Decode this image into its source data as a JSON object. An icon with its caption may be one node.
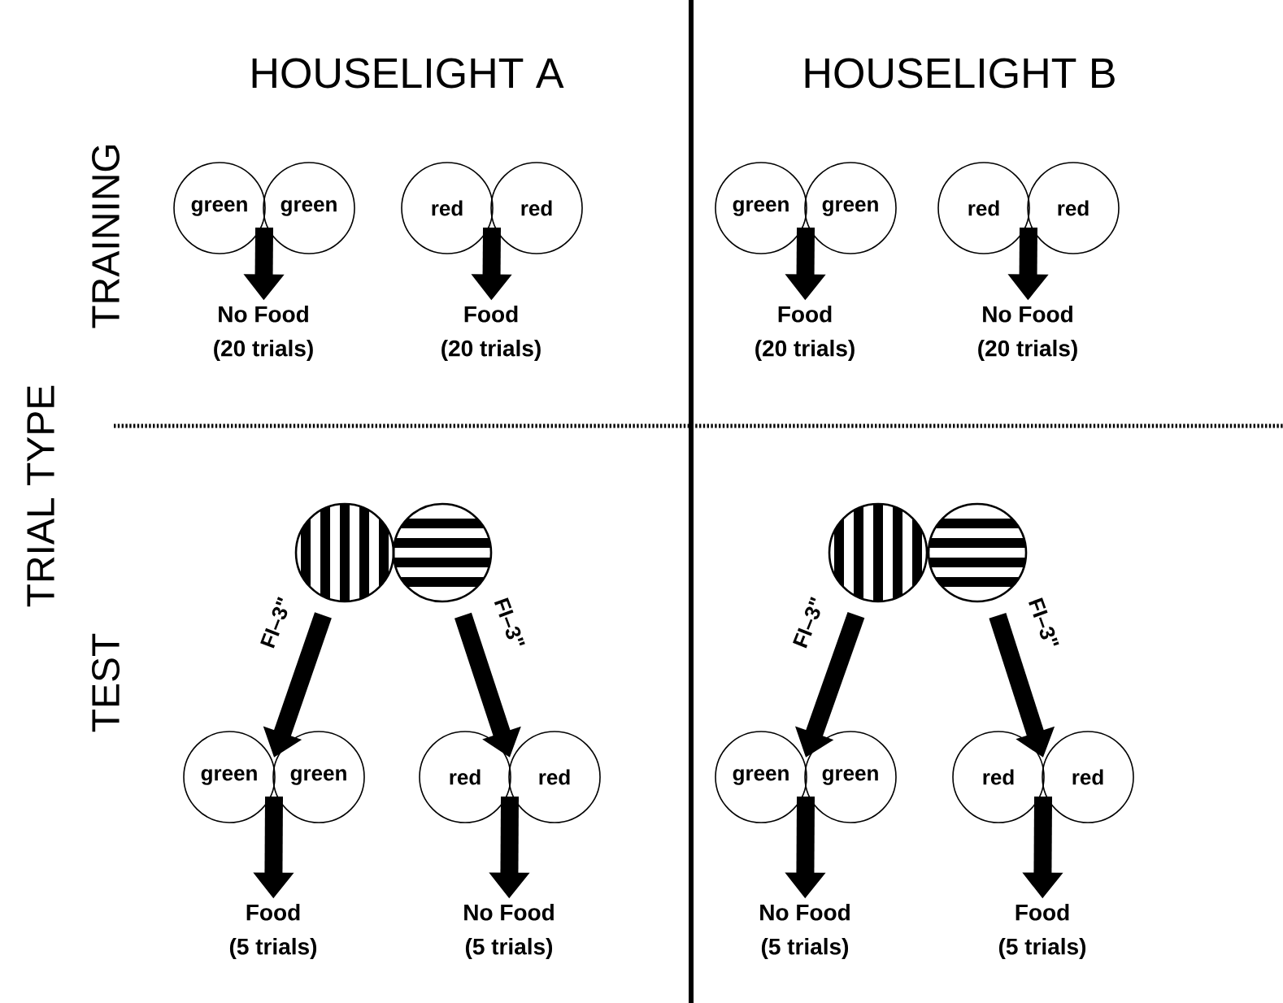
{
  "diagram": {
    "nodes": [
      {
        "text": [
          "green"
        ]
      },
      {
        "text": [
          "green"
        ]
      },
      {
        "text": [
          "No Food",
          "(20 trials)"
        ]
      },
      {
        "text": [
          "red"
        ]
      },
      {
        "text": [
          "red"
        ]
      },
      {
        "text": [
          "Food",
          "(20 trials)"
        ]
      },
      {
        "text": [
          "green"
        ]
      },
      {
        "text": [
          "green"
        ]
      },
      {
        "text": [
          "Food",
          "(20 trials)"
        ]
      },
      {
        "text": [
          "red"
        ]
      },
      {
        "text": [
          "red"
        ]
      },
      {
        "text": [
          "No Food",
          "(20 trials)"
        ]
      },
      {
        "text": [],
        "shape": "circle"
      },
      {
        "text": [],
        "shape": "circle"
      },
      {
        "text": [
          "green"
        ]
      },
      {
        "text": [
          "green"
        ]
      },
      {
        "text": [
          "Food",
          "(5 trials)"
        ]
      },
      {
        "text": [
          "red"
        ]
      },
      {
        "text": [
          "red"
        ]
      },
      {
        "text": [
          "No Food",
          "(5 trials)"
        ]
      },
      {
        "text": [],
        "shape": "circle"
      },
      {
        "text": [],
        "shape": "circle"
      },
      {
        "text": [
          "green"
        ]
      },
      {
        "text": [
          "green"
        ]
      },
      {
        "text": [
          "No Food",
          "(5 trials)"
        ]
      },
      {
        "text": [
          "red"
        ]
      },
      {
        "text": [
          "red"
        ]
      },
      {
        "text": [
          "Food",
          "(5 trials)"
        ]
      }
    ],
    "edges": [
      {
        "from": 0,
        "to": 2,
        "arrow": "to"
      },
      {
        "from": 1,
        "to": 2,
        "arrow": "to"
      },
      {
        "from": 3,
        "to": 5,
        "arrow": "to"
      },
      {
        "from": 4,
        "to": 5,
        "arrow": "to"
      },
      {
        "from": 6,
        "to": 8,
        "arrow": "to"
      },
      {
        "from": 7,
        "to": 8,
        "arrow": "to"
      },
      {
        "from": 9,
        "to": 11,
        "arrow": "to"
      },
      {
        "from": 10,
        "to": 11,
        "arrow": "to"
      },
      {
        "from": 12,
        "to": 14,
        "arrow": "to",
        "label": "FI–3\""
      },
      {
        "from": 12,
        "to": 15,
        "arrow": "to"
      },
      {
        "from": 13,
        "to": 17,
        "arrow": "to",
        "label": "FI–3\""
      },
      {
        "from": 13,
        "to": 18,
        "arrow": "to"
      },
      {
        "from": 14,
        "to": 16,
        "arrow": "to"
      },
      {
        "from": 15,
        "to": 16,
        "arrow": "to"
      },
      {
        "from": 17,
        "to": 19,
        "arrow": "to"
      },
      {
        "from": 18,
        "to": 19,
        "arrow": "to"
      },
      {
        "from": 20,
        "to": 22,
        "arrow": "to",
        "label": "FI–3\""
      },
      {
        "from": 20,
        "to": 23,
        "arrow": "to"
      },
      {
        "from": 21,
        "to": 25,
        "arrow": "to",
        "label": "FI–3\""
      },
      {
        "from": 21,
        "to": 26,
        "arrow": "to"
      },
      {
        "from": 22,
        "to": 24,
        "arrow": "to"
      },
      {
        "from": 23,
        "to": 24,
        "arrow": "to"
      },
      {
        "from": 25,
        "to": 27,
        "arrow": "to"
      },
      {
        "from": 26,
        "to": 27,
        "arrow": "to"
      }
    ],
    "labels": [
      "HOUSELIGHT A",
      "HOUSELIGHT B",
      "TRAINING",
      "TRIAL TYPE",
      "TEST"
    ]
  }
}
